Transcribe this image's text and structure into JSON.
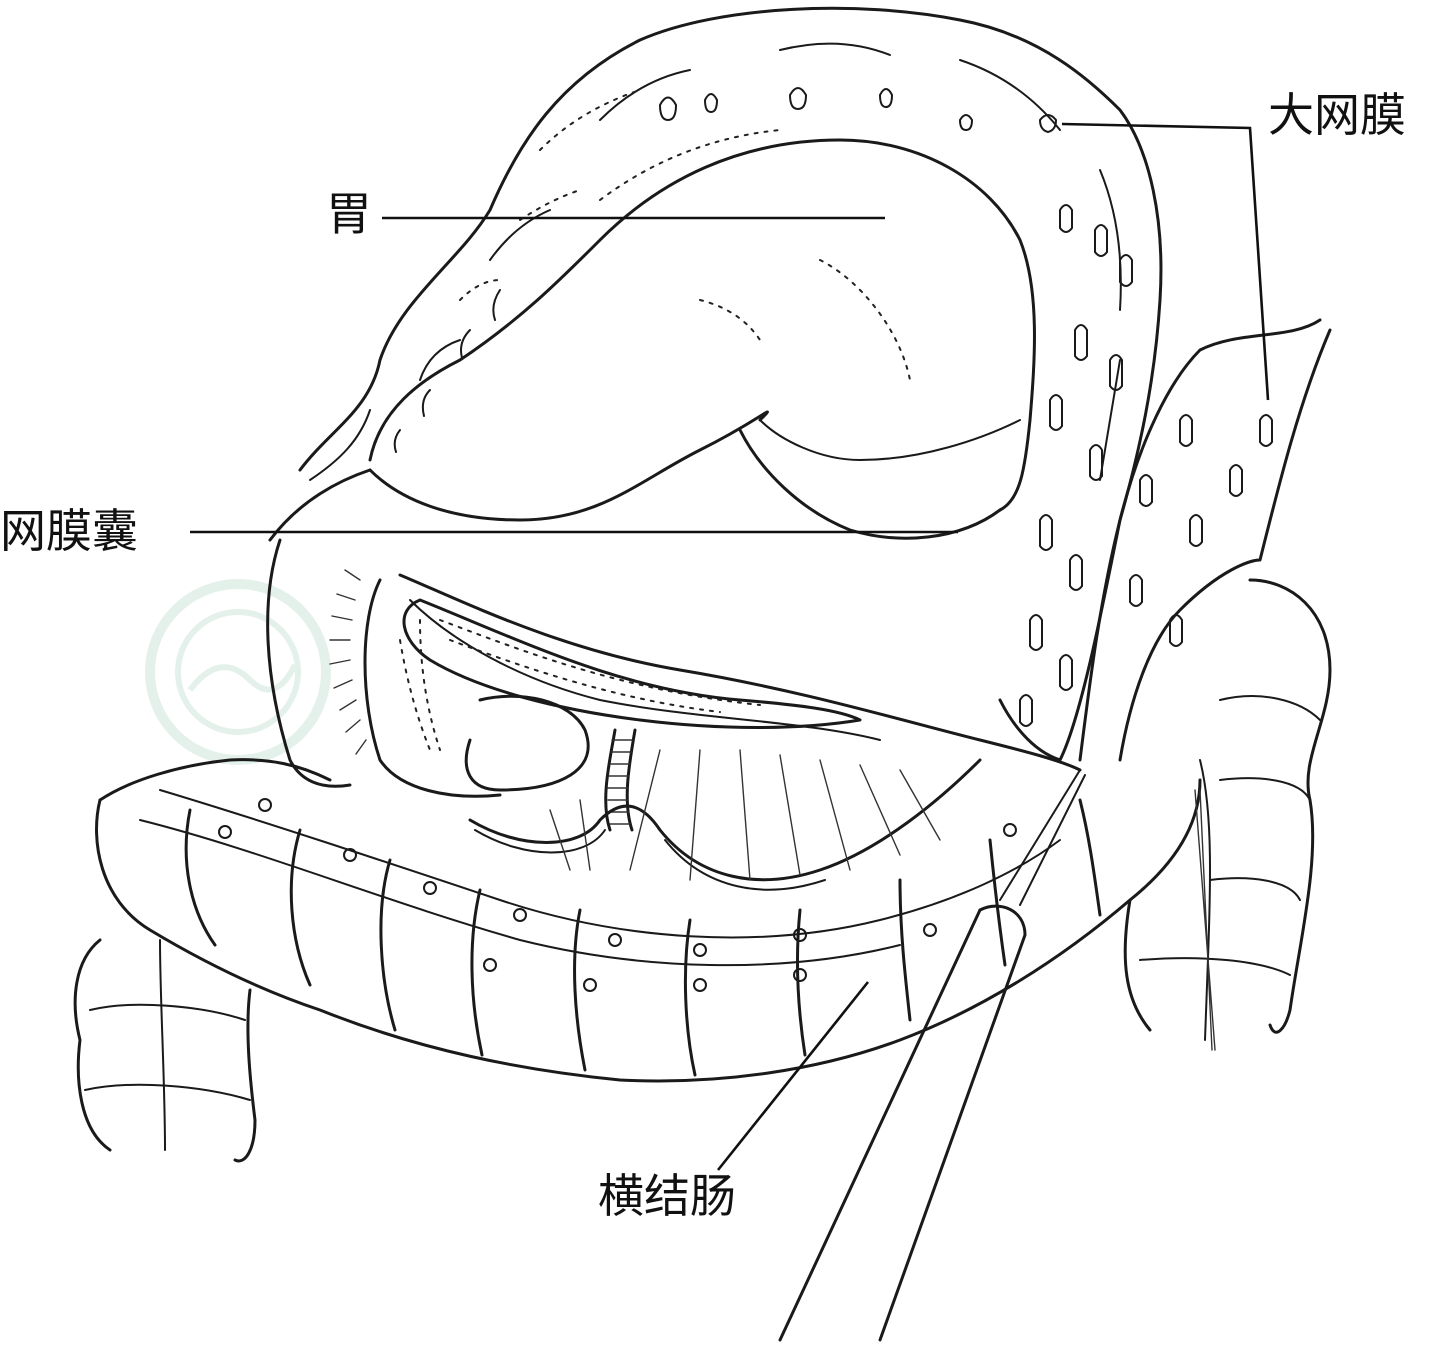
{
  "labels": {
    "stomach": "胃",
    "omental_bursa": "网膜囊",
    "greater_omentum": "大网膜",
    "transverse_colon": "横结肠"
  },
  "colors": {
    "ink": "#1a1a1a",
    "background": "#ffffff",
    "watermark": "#cfe6dc"
  }
}
